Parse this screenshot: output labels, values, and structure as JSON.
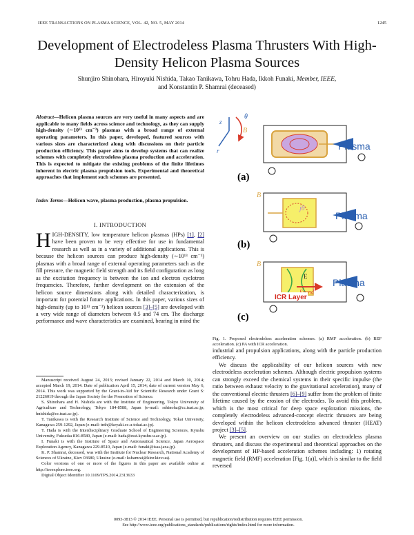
{
  "header": {
    "journal": "IEEE TRANSACTIONS ON PLASMA SCIENCE, VOL. 42, NO. 5, MAY 2014",
    "page_number": "1245"
  },
  "title": "Development of Electrodeless Plasma Thrusters With High-Density Helicon Plasma Sources",
  "authors_line1": "Shunjiro Shinohara, Hiroyuki Nishida, Takao Tanikawa, Tohru Hada, Ikkoh Funaki,",
  "authors_member": "Member, IEEE,",
  "authors_line2": "and Konstantin P. Shamrai (deceased)",
  "abstract": {
    "label": "Abstract",
    "text": "—Helicon plasma sources are very useful in many aspects and are applicable to many fields across science and technology, as they can supply high-density (∼10¹³ cm⁻³) plasmas with a broad range of external operating parameters. In this paper, developed, featured sources with various sizes are characterized along with discussions on their particle production efficiency. This paper aims to develop systems that can realize schemes with completely electrodeless plasma production and acceleration. This is expected to mitigate the existing problems of the finite lifetimes inherent in electric plasma propulsion tools. Experimental and theoretical approaches that implement such schemes are presented."
  },
  "index_terms": {
    "label": "Index Terms",
    "text": "—Helicon wave, plasma production, plasma propulsion."
  },
  "section1": {
    "heading": "I. INTRODUCTION",
    "dropcap": "H",
    "para_start": "IGH-DENSITY, low temperature helicon plasmas (HPs) ",
    "ref1": "[1]",
    "ref2": "[2]",
    "para_mid": " have been proven to be very effective for use in fundamental research as well as in a variety of additional applications. This is because the helicon sources can produce high-density (∼10¹³ cm⁻³) plasmas with a broad range of external operating parameters such as the fill pressure, the magnetic field strength and its field configuration as long as the excitation frequency is between the ion and electron cyclotron frequencies. Therefore, further development on the extension of the helicon source dimensions along with detailed characterization, is important for potential future applications. In this paper, various sizes of high-density (up to 10¹³ cm⁻³) helicon sources ",
    "ref3": "[3]–[5]",
    "para_end": " are developed with a very wide range of diameters between 0.5 and 74 cm. The discharge performance and wave characteristics are examined, bearing in mind the"
  },
  "footnotes": [
    "Manuscript received August 24, 2013; revised January 22, 2014 and March 10, 2014; accepted March 19, 2014. Date of publication April 15, 2014; date of current version May 6, 2014. This work was supported by the Grant-in-Aid for Scientific Research under Grant S: 21226019 through the Japan Society for the Promotion of Science.",
    "S. Shinohara and H. Nishida are with the Institute of Engineering, Tokyo University of Agriculture and Technology, Tokyo 184-8588, Japan (e-mail: sshinoha@cc.tuat.ac.jp; hnishida@cc.tuat.ac.jp).",
    "T. Tanikawa is with the Research Institute of Science and Technology, Tokai University, Kanagawa 259-1292, Japan (e-mail: tnth@keyaki.cc.u-tokai.ac.jp).",
    "T. Hada is with the Interdisciplinary Graduate School of Engineering Sciences, Kyushu University, Fukuoka 816-8580, Japan (e-mail: hada@esst.kyushu-u.ac.jp).",
    "I. Funaki is with the Institute of Space and Astronautical Science, Japan Aerospace Exploration Agency, Kanagawa 229-8510, Japan (e-mail: funaki@isas.jaxa.jp).",
    "K. P. Shamrai, deceased, was with the Institute for Nuclear Research, National Academy of Sciences of Ukraine, Kiev 03680, Ukraine (e-mail: kshamrai@kinr.kiev.ua).",
    "Color versions of one or more of the figures in this paper are available online at http://ieeexplore.ieee.org.",
    "Digital Object Identifier 10.1109/TPS.2014.2313633"
  ],
  "figure": {
    "caption": "Fig. 1.   Proposed electrodeless acceleration schemes. (a) RMF acceleration. (b) REF acceleration. (c) PA with ICR acceleration.",
    "panel_a": "(a)",
    "panel_b": "(b)",
    "panel_c": "(c)",
    "plasma_label_a": "Plasma",
    "plasma_label_b": "Plasma",
    "plasma_label_c": "Plasma",
    "b_label": "B",
    "theta_label": "θ",
    "z_label": "z",
    "r_label": "r",
    "j_theta_label": "jθ",
    "e_label": "E",
    "f_pond_label": "Fpond",
    "icr_label": "ICR Layer",
    "colors": {
      "plasma_blue": "#2a5fb0",
      "coil_orange": "#d9a441",
      "plasma_yellow": "#f6ef6a",
      "plasma_purple": "#b58ad0",
      "icr_red": "#d42a1e",
      "arrow_red": "#d93a2a",
      "green": "#3aa84a"
    }
  },
  "right_column": {
    "p1": "industrial and propulsion applications, along with the particle production efficiency.",
    "p2_start": "We discuss the applicability of our helicon sources with new electrodeless acceleration schemes. Although electric propulsion systems can strongly exceed the chemical systems in their specific impulse (the ratio between exhaust velocity to the gravitational acceleration), many of the conventional electric thrusters ",
    "p2_ref": "[6]–[9]",
    "p2_end": " suffer from the problem of finite lifetime caused by the erosion of the electrodes. To avoid this problem, which is the most critical for deep space exploration missions, the completely electrodeless advanced-concept electric thrusters are being developed within the helicon electrodeless advanced thruster (HEAT) project ",
    "p2_ref2": "[3]–[5]",
    "p2_tail": ".",
    "p3": "We present an overview on our studies on electrodeless plasma thrusters, and discuss the experimental and theoretical approaches on the development of HP-based acceleration schemes including: 1) rotating magnetic field (RMF) acceleration [Fig. 1(a)], which is similar to the field reversed"
  },
  "footer": {
    "line1": "0093-3813 © 2014 IEEE. Personal use is permitted, but republication/redistribution requires IEEE permission.",
    "line2": "See http://www.ieee.org/publications_standards/publications/rights/index.html for more information."
  }
}
